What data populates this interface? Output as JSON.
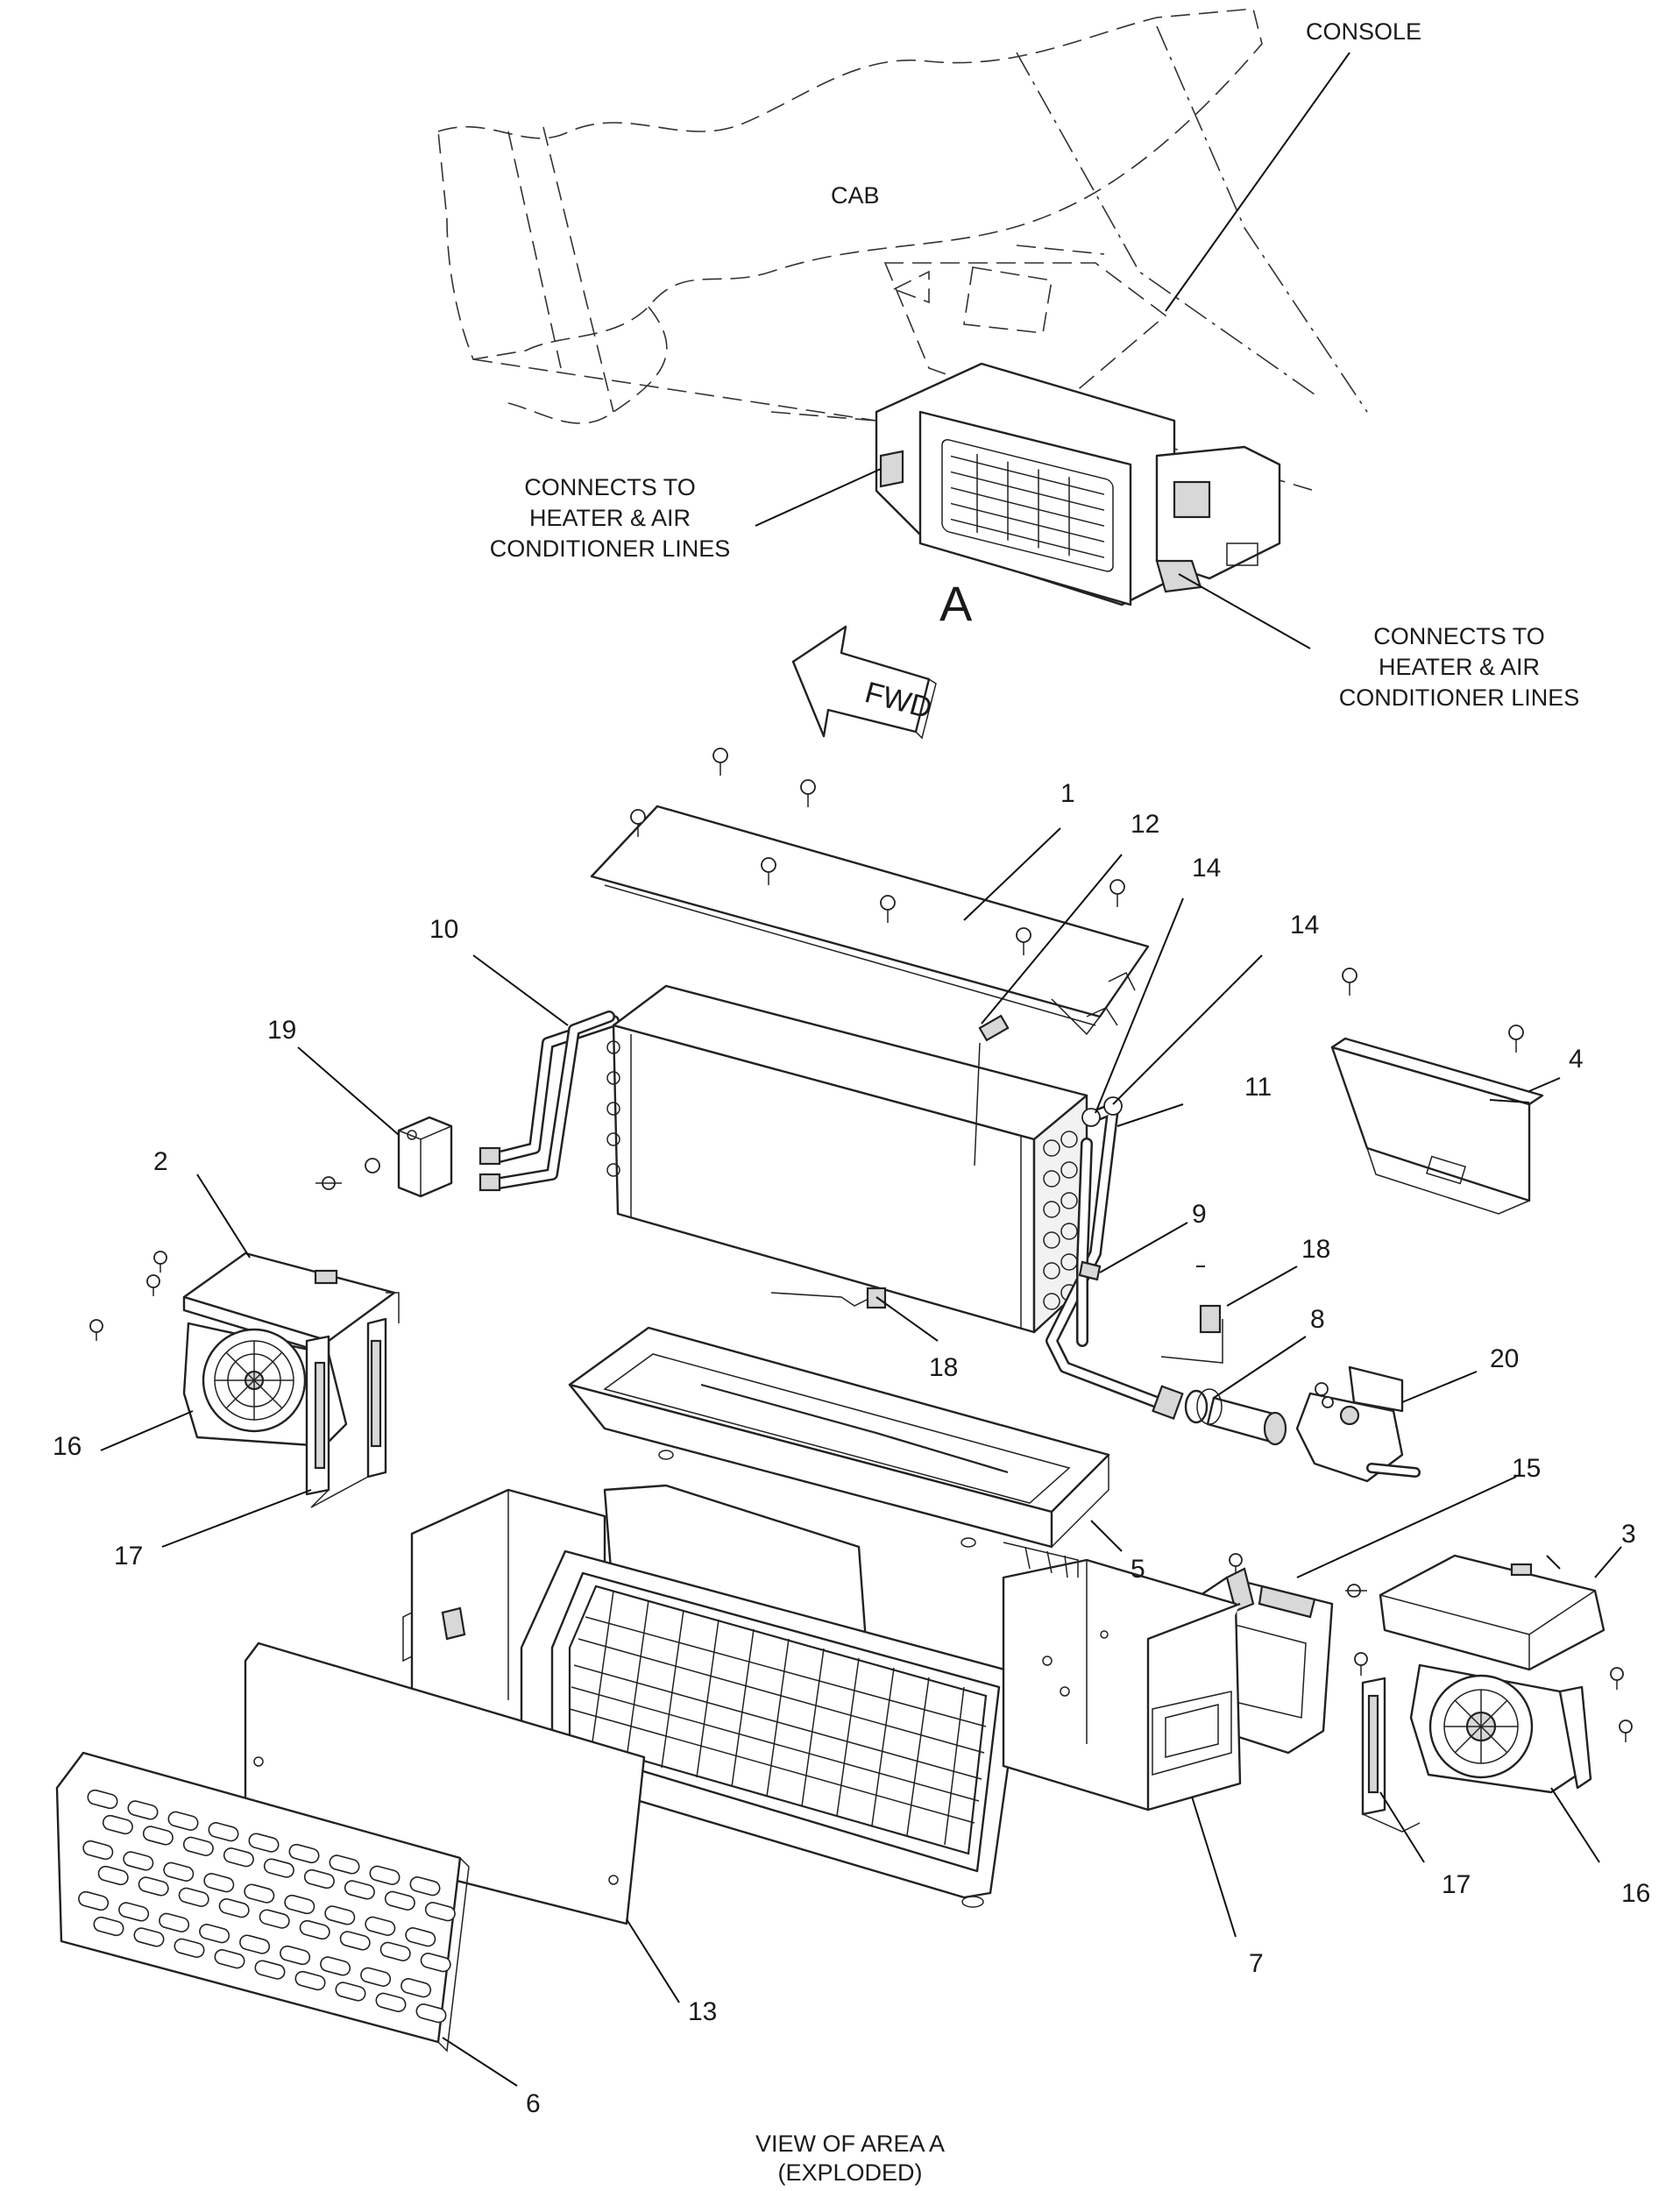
{
  "callouts": {
    "console": "CONSOLE",
    "cab": "CAB",
    "connects_left": [
      "CONNECTS TO",
      "HEATER & AIR",
      "CONDITIONER LINES"
    ],
    "connects_right": [
      "CONNECTS TO",
      "HEATER & AIR",
      "CONDITIONER LINES"
    ],
    "area_letter": "A",
    "fwd_arrow": "FWD",
    "view_caption": [
      "VIEW OF AREA  A",
      "(EXPLODED)"
    ]
  },
  "part_numbers": {
    "p1": "1",
    "p2": "2",
    "p3": "3",
    "p4": "4",
    "p5": "5",
    "p6": "6",
    "p7": "7",
    "p8": "8",
    "p9": "9",
    "p10": "10",
    "p11": "11",
    "p12": "12",
    "p13": "13",
    "p14a": "14",
    "p14b": "14",
    "p15": "15",
    "p16a": "16",
    "p16b": "16",
    "p17a": "17",
    "p17b": "17",
    "p18a": "18",
    "p18b": "18",
    "p19": "19",
    "p20": "20"
  }
}
